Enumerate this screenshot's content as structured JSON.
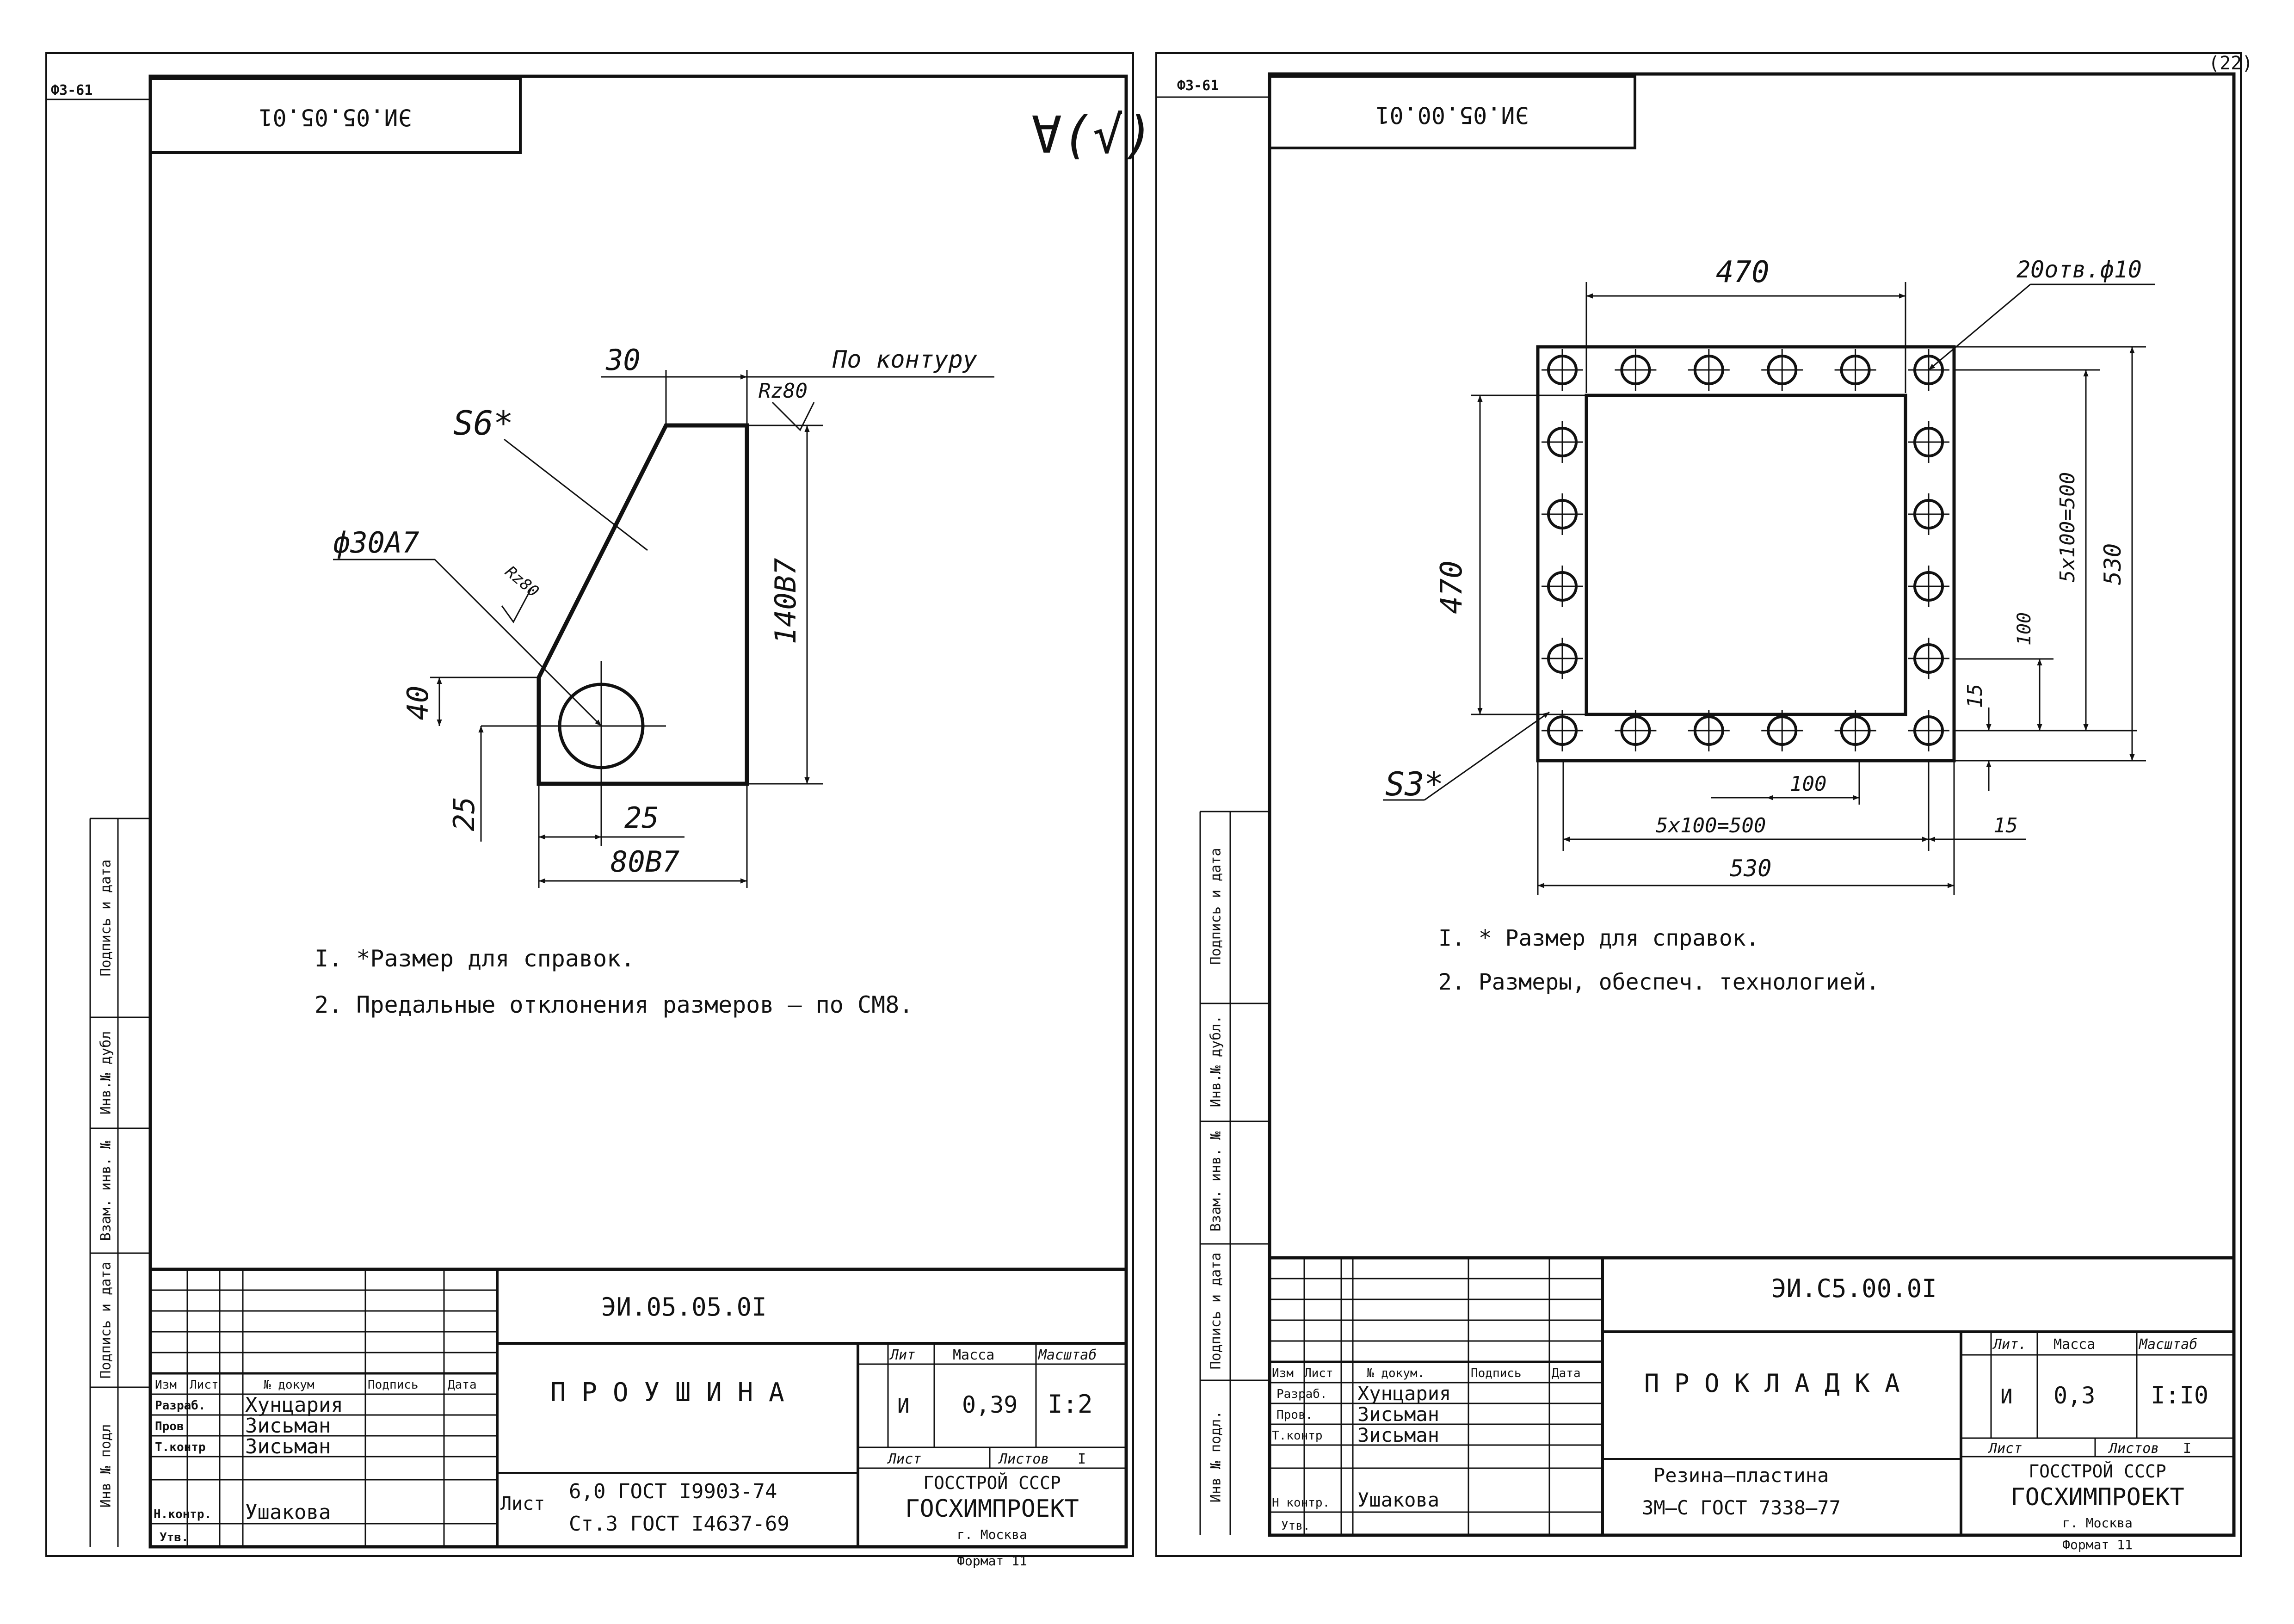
{
  "page_number": "(22)",
  "left_sheet": {
    "format_tag": "Ф3-61",
    "top_code_rotated": "ЭИ.05.05.01",
    "roughness_mark": "∀(√)",
    "dims": {
      "d30": "30",
      "rz80_top": "Rz80",
      "contour": "По контуру",
      "s6": "S6*",
      "phi30": "ф30A7",
      "rz80_hole": "Rz80",
      "h140": "140B7",
      "d40": "40",
      "d25v": "25",
      "d25h": "25",
      "w80": "80B7"
    },
    "notes": [
      "I. *Размер для справок.",
      "2. Предальные отклонения размеров – по СМ8."
    ],
    "side_labels": [
      "Подпись и дата",
      "Инв.№ дубл",
      "Взам. инв. №",
      "Подпись и дата",
      "Инв № подл"
    ],
    "title_block": {
      "doc_number": "ЭИ.05.05.0I",
      "name": "П Р О У Ш И Н А",
      "col_headers": [
        "Изм",
        "Лист",
        "№ докум",
        "Подпись",
        "Дата"
      ],
      "roles": [
        "Разраб.",
        "Пров",
        "Т.контр",
        "",
        "Н.контр.",
        "Утв."
      ],
      "people": [
        "Хунцария",
        "Зисьман",
        "Зисьман",
        "",
        "Ушакова",
        ""
      ],
      "lit_label": "Лит",
      "mass_label": "Масса",
      "scale_label": "Масштаб",
      "lit": "И",
      "mass": "0,39",
      "scale": "I:2",
      "sheet_label": "Лист",
      "sheets_label": "Листов",
      "sheets_value": "I",
      "material_prefix": "Лист",
      "material_line1": "6,0 ГОСТ I9903-74",
      "material_line2": "Ст.3 ГОСТ I4637-69",
      "org1": "ГОССТРОЙ СССР",
      "org2": "ГОСХИМПРОЕКТ",
      "org3": "г. Москва",
      "format": "Формат 11"
    }
  },
  "right_sheet": {
    "format_tag": "Ф3-61",
    "top_code_rotated": "ЭИ.05.00.01",
    "dims": {
      "top470": "470",
      "holes": "20отв.ф10",
      "left470": "470",
      "r5x100": "5х100=500",
      "r530": "530",
      "r100": "100",
      "r15v": "15",
      "s3": "S3*",
      "b100": "100",
      "b5x100": "5х100=500",
      "b15": "15",
      "b530": "530"
    },
    "notes": [
      "I. * Размер для справок.",
      "2. Размеры, обеспеч. технологией."
    ],
    "side_labels": [
      "Подпись и дата",
      "Инв.№ дубл.",
      "Взам. инв. №",
      "Подпись и дата",
      "Инв № подл."
    ],
    "title_block": {
      "doc_number": "ЭИ.С5.00.0I",
      "name": "П Р О К Л А Д К А",
      "col_headers": [
        "Изм",
        "Лист",
        "№ докум.",
        "Подпись",
        "Дата"
      ],
      "roles": [
        "Разраб.",
        "Пров.",
        "Т.контр",
        "",
        "Н контр.",
        "Утв."
      ],
      "people": [
        "Хунцария",
        "Зисьман",
        "Зисьман",
        "",
        "Ушакова",
        ""
      ],
      "lit_label": "Лит.",
      "mass_label": "Масса",
      "scale_label": "Масштаб",
      "lit": "И",
      "mass": "0,3",
      "scale": "I:I0",
      "sheet_label": "Лист",
      "sheets_label": "Листов",
      "sheets_value": "I",
      "material_line1": "Резина–пластина",
      "material_line2": "3М–С ГОСТ 7338–77",
      "org1": "ГОССТРОЙ СССР",
      "org2": "ГОСХИМПРОЕКТ",
      "org3": "г. Москва",
      "format": "Формат 11"
    }
  }
}
